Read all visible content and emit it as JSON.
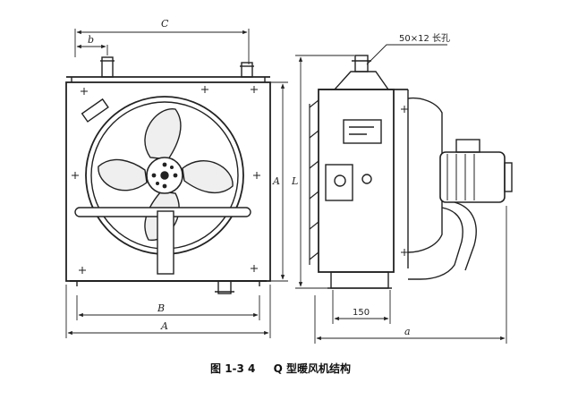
{
  "figure": {
    "caption_number": "图 1-3 4",
    "caption_title": "Q 型暖风机结构"
  },
  "dimensions": {
    "C": "C",
    "b": "b",
    "A_vertical": "A",
    "L": "L",
    "B": "B",
    "A_horizontal": "A",
    "d150": "150",
    "a": "a",
    "slot_note": "50×12 长孔"
  }
}
